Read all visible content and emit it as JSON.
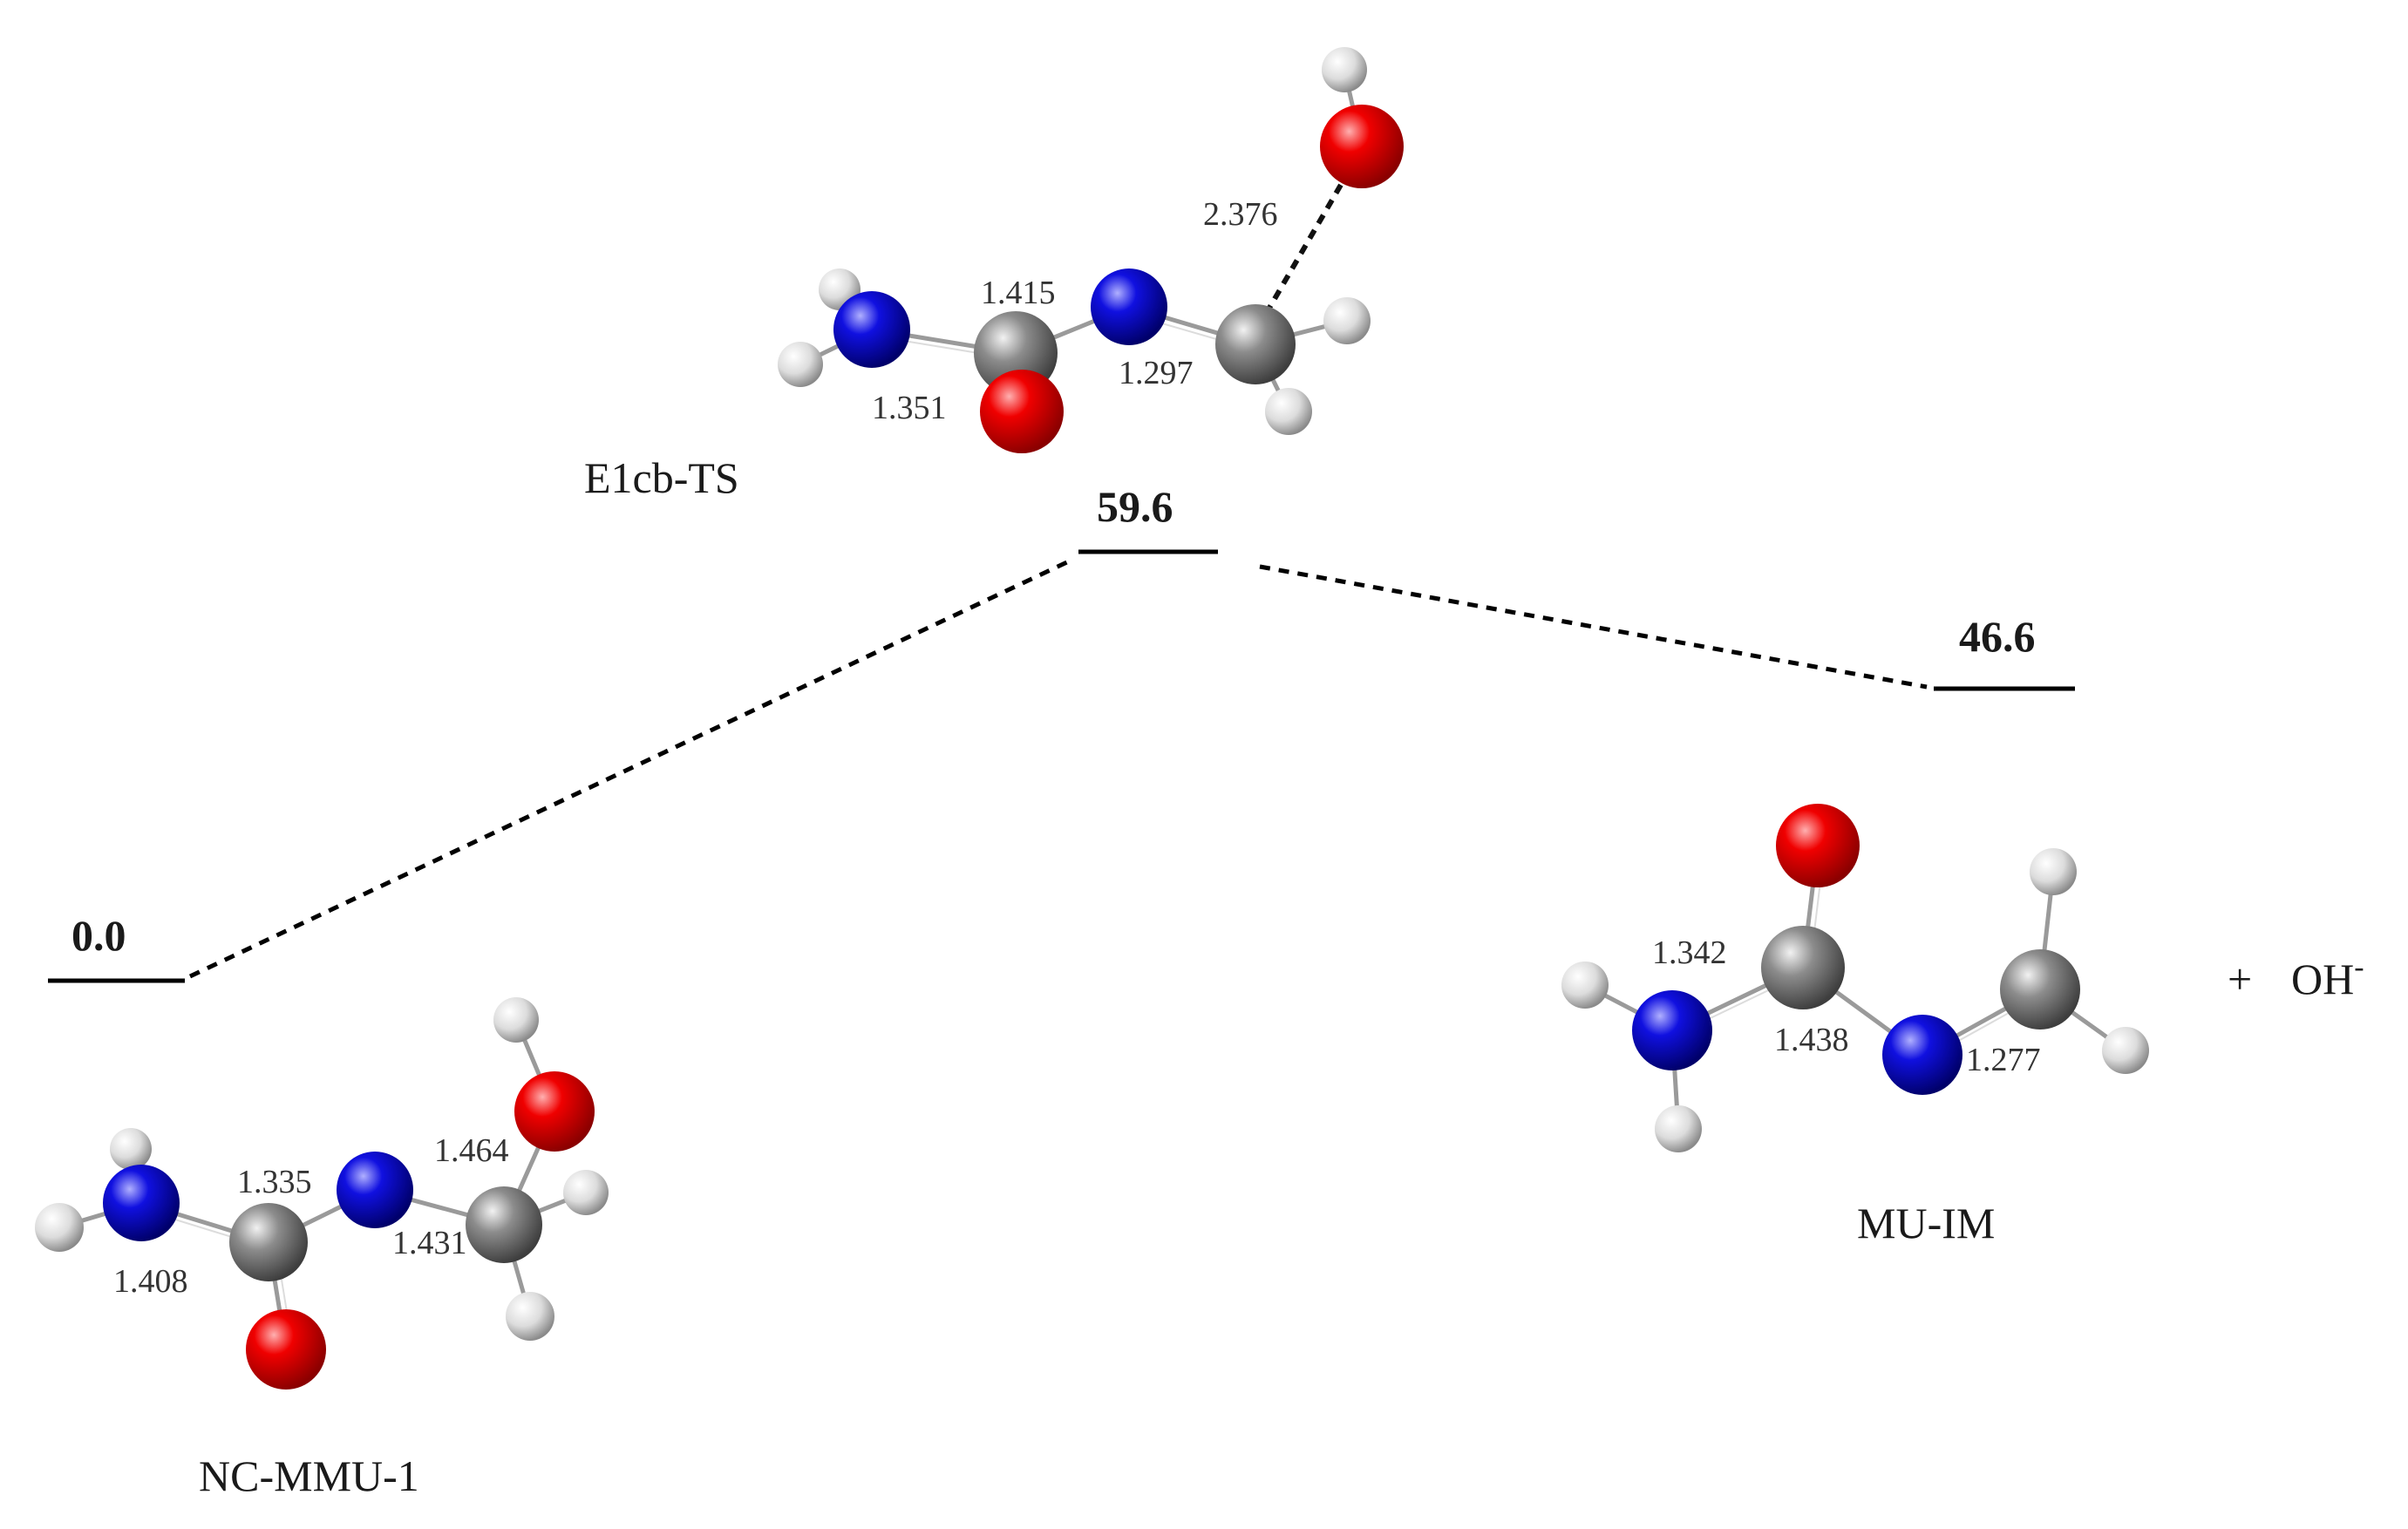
{
  "diagram": {
    "energy_levels": [
      {
        "id": "nc-mmu-1",
        "energy": "0.0"
      },
      {
        "id": "e1cb-ts",
        "energy": "59.6"
      },
      {
        "id": "mu-im",
        "energy": "46.6"
      }
    ],
    "structures": {
      "nc_mmu_1": {
        "label": "NC-MMU-1",
        "bond_lengths": [
          "1.335",
          "1.408",
          "1.464",
          "1.431"
        ]
      },
      "e1cb_ts": {
        "label": "E1cb-TS",
        "bond_lengths": [
          "1.415",
          "1.351",
          "1.297",
          "2.376"
        ]
      },
      "mu_im": {
        "label": "MU-IM",
        "bond_lengths": [
          "1.342",
          "1.438",
          "1.277"
        ]
      }
    },
    "byproduct": {
      "plus": "+",
      "species": "OH",
      "charge": "-"
    }
  },
  "colors": {
    "oxygen": "#e00000",
    "nitrogen": "#0a0ad2",
    "carbon": "#8a8a8a",
    "hydrogen": "#e8e8e8",
    "line": "#000000"
  }
}
